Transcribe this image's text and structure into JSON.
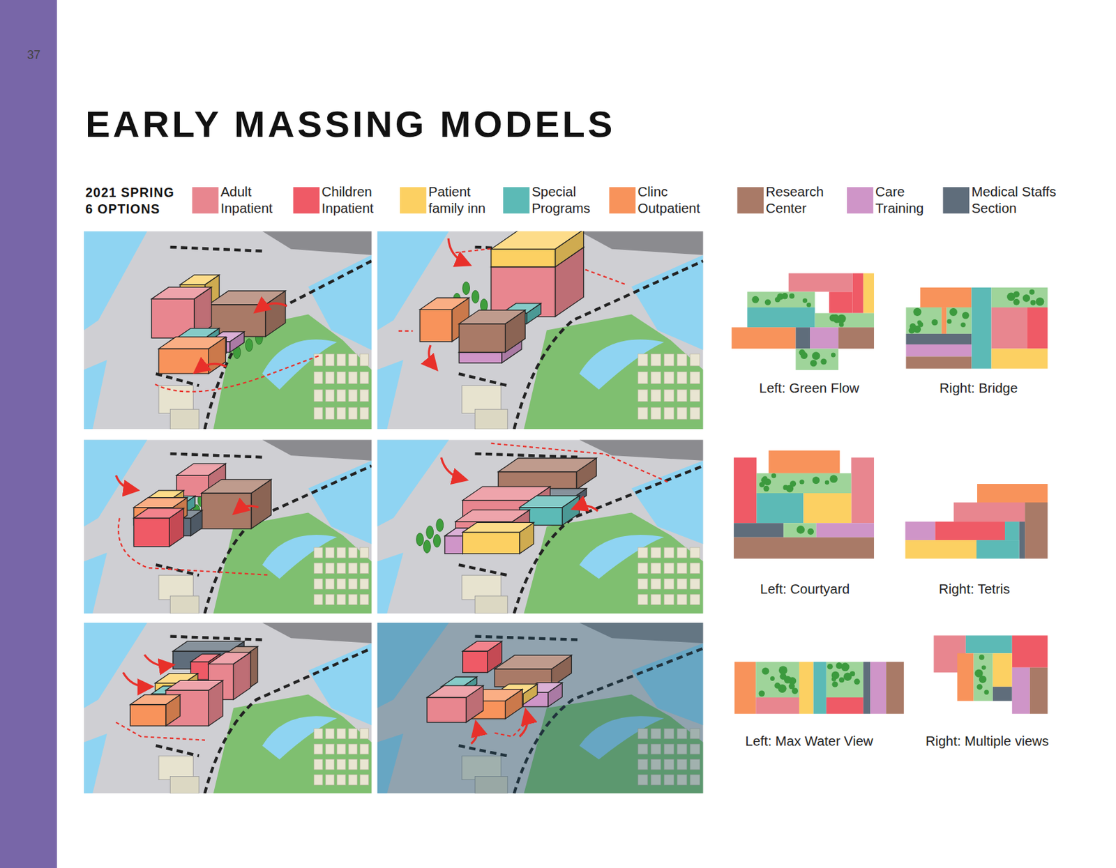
{
  "diagram": {
    "title": "EARLY MASSING MODELS",
    "labels": [
      "37",
      "2021 SPRING 6 OPTIONS",
      "Left: Green Flow",
      "Right: Bridge",
      "Left: Courtyard",
      "Right: Tetris",
      "Left: Max Water View",
      "Right: Multiple views"
    ],
    "legend": [
      {
        "text": "Adult Inpatient",
        "color": "#e8868f"
      },
      {
        "text": "Children Inpatient",
        "color": "#ef5a66"
      },
      {
        "text": "Patient family inn",
        "color": "#fcd062"
      },
      {
        "text": "Special Programs",
        "color": "#5cbab6"
      },
      {
        "text": "Clinc Outpatient",
        "color": "#f8935b"
      },
      {
        "text": "Research Center",
        "color": "#a97a67"
      },
      {
        "text": "Care Training",
        "color": "#cf95c8"
      },
      {
        "text": "Medical Staffs Section",
        "color": "#5f6d7b"
      }
    ]
  }
}
